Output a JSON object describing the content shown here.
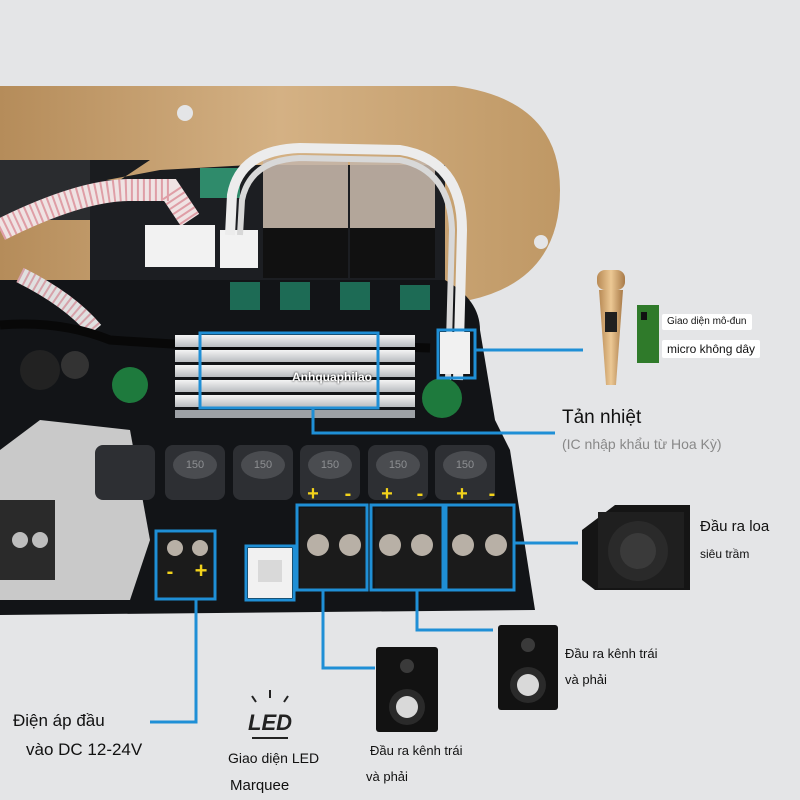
{
  "watermark": "Anhquaphilao",
  "colors": {
    "callout": "#1f8fd6",
    "board": "#111316",
    "wood": "#c8a477",
    "polarity_plus": "#f2d21b",
    "background": "#e4e5e7"
  },
  "board": {
    "polarity": [
      "+",
      "-",
      "+",
      "-",
      "+",
      "-"
    ],
    "dc_polarity": [
      "-",
      "+"
    ],
    "inductor_code": "150"
  },
  "labels": {
    "wireless_mic_line1": "Giao diện mô-đun",
    "wireless_mic_line2": "micro không dây",
    "heatsink_title": "Tản nhiệt",
    "heatsink_subtitle": "(IC nhập khẩu từ Hoa Kỳ)",
    "subwoofer_line1": "Đầu ra loa",
    "subwoofer_line2": "siêu trầm",
    "channel_right_line1": "Đầu ra kênh trái",
    "channel_right_line2": "và phải",
    "channel_left_line1": "Đầu ra kênh trái",
    "channel_left_line2": "và phải",
    "dc_line1": "Điện áp đầu",
    "dc_line2": "vào DC 12-24V",
    "led_line1": "Giao diện LED",
    "led_line2": "Marquee",
    "led_icon_text": "LED"
  }
}
